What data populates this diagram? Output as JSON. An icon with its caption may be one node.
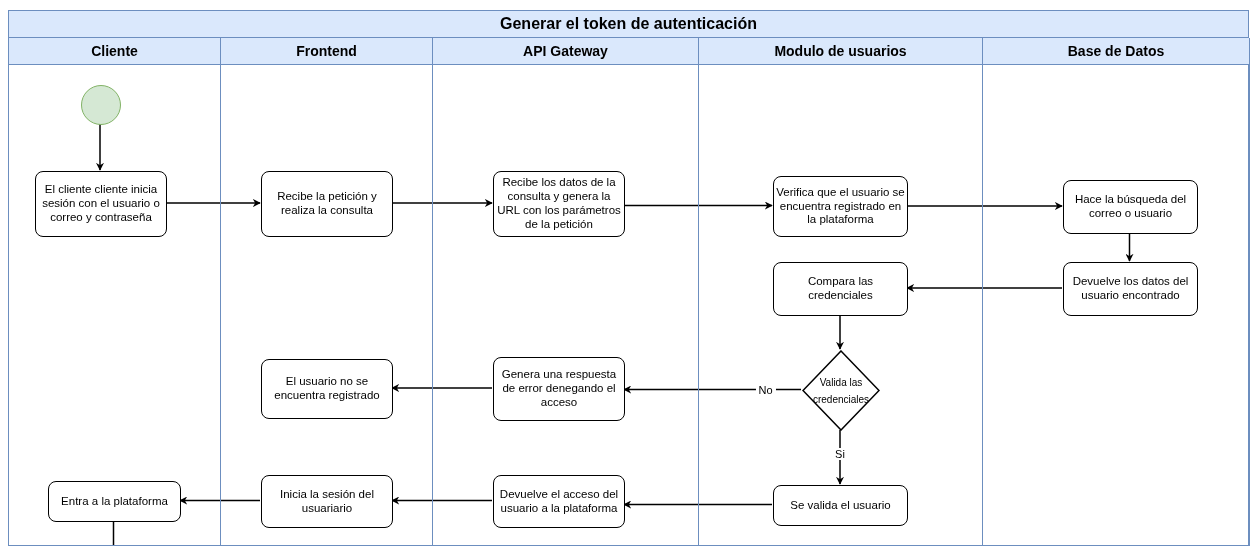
{
  "diagram": {
    "nodes": [
      {
        "text": [
          "Generar el token de autenticación"
        ]
      },
      {
        "text": [
          "Cliente"
        ],
        "in": 0
      },
      {
        "text": [
          "Frontend"
        ],
        "in": 0
      },
      {
        "text": [
          "API Gateway"
        ],
        "in": 0
      },
      {
        "text": [
          "Modulo de usuarios"
        ],
        "in": 0
      },
      {
        "text": [
          "Base de Datos"
        ],
        "in": 0
      },
      {
        "text": [],
        "shape": "circle",
        "in": 1
      },
      {
        "text": [
          "El cliente cliente inicia sesión con el usuario o correo y contraseña"
        ],
        "in": 1
      },
      {
        "text": [
          "Recibe la petición y realiza la consulta"
        ],
        "in": 2
      },
      {
        "text": [
          "Recibe los datos de la consulta y genera la URL con los parámetros de la petición"
        ],
        "in": 3
      },
      {
        "text": [
          "Verifica que el usuario se encuentra registrado en la plataforma"
        ],
        "in": 4
      },
      {
        "text": [
          "Hace la búsqueda del correo o usuario"
        ],
        "in": 5
      },
      {
        "text": [
          "Compara las credenciales"
        ],
        "in": 4
      },
      {
        "text": [
          "Devuelve los datos del usuario encontrado"
        ],
        "in": 5
      },
      {
        "text": [
          "Valida las credenciales"
        ],
        "in": 4
      },
      {
        "text": [
          "El usuario no se encuentra registrado"
        ],
        "in": 2
      },
      {
        "text": [
          "Genera una respuesta de error denegando el acceso"
        ],
        "in": 3
      },
      {
        "text": [
          "Se valida el usuario"
        ],
        "in": 4
      },
      {
        "text": [
          "Devuelve el acceso del usuario a la plataforma"
        ],
        "in": 3
      },
      {
        "text": [
          "Inicia la sesión del usuariario"
        ],
        "in": 2
      },
      {
        "text": [
          "Entra a la plataforma"
        ],
        "in": 1
      }
    ],
    "edges": [
      {
        "from": 6,
        "to": 7,
        "arrow": "to"
      },
      {
        "from": 7,
        "to": 8,
        "arrow": "to"
      },
      {
        "from": 8,
        "to": 9,
        "arrow": "to"
      },
      {
        "from": 9,
        "to": 10,
        "arrow": "to"
      },
      {
        "from": 10,
        "to": 11,
        "arrow": "to"
      },
      {
        "from": 11,
        "to": 13,
        "arrow": "to"
      },
      {
        "from": 13,
        "to": 12,
        "arrow": "to"
      },
      {
        "from": 12,
        "to": 14,
        "arrow": "to"
      },
      {
        "from": 14,
        "to": 16,
        "arrow": "to",
        "label": "No"
      },
      {
        "from": 14,
        "to": 17,
        "arrow": "to",
        "label": "Si"
      },
      {
        "from": 16,
        "to": 15,
        "arrow": "to"
      },
      {
        "from": 17,
        "to": 18,
        "arrow": "to"
      },
      {
        "from": 18,
        "to": 19,
        "arrow": "to"
      },
      {
        "from": 19,
        "to": 20,
        "arrow": "to"
      },
      {
        "from": 20,
        "to": null,
        "arrow": "none"
      }
    ]
  }
}
